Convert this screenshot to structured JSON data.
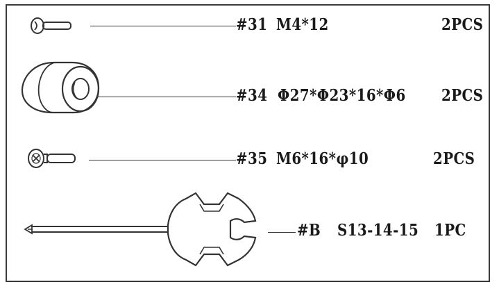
{
  "parts": [
    {
      "code": "#31",
      "spec": "M4*12",
      "qty": "2PCS",
      "icon": "small-screw-icon"
    },
    {
      "code": "#34",
      "spec": "Φ27*Φ23*16*Φ6",
      "qty": "2PCS",
      "icon": "spacer-icon"
    },
    {
      "code": "#35",
      "spec": "M6*16*φ10",
      "qty": "2PCS",
      "icon": "phillips-screw-icon"
    },
    {
      "code": "#B",
      "spec": "S13-14-15",
      "qty": "1PC",
      "icon": "wrench-screwdriver-icon"
    }
  ],
  "colors": {
    "line": "#333333",
    "text": "#1a1a1a",
    "background": "#ffffff"
  }
}
